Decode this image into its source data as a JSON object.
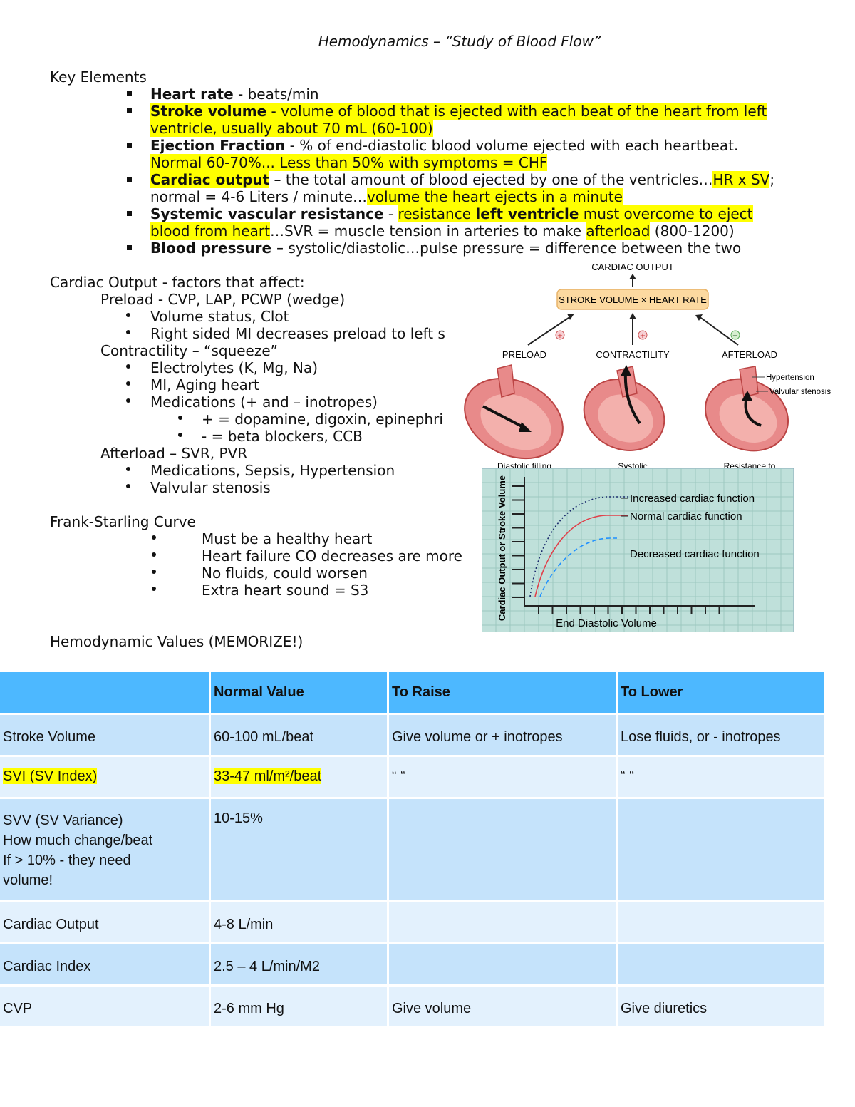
{
  "title": "Hemodynamics – “Study of Blood Flow”",
  "key_elements": {
    "heading": "Key Elements",
    "heart_rate": {
      "term": "Heart rate",
      "text": " - beats/min"
    },
    "stroke_volume": {
      "term": "Stroke volume",
      "text": " - volume of blood that is ejected with each beat of the heart from left",
      "text2": "ventricle, usually about 70 mL (60-100)"
    },
    "ejection_fraction": {
      "term": "Ejection Fraction",
      "text": " - % of end-diastolic blood volume ejected with each heartbeat.",
      "text2": "Normal 60-70%... Less than 50% with symptoms = CHF"
    },
    "cardiac_output": {
      "term": "Cardiac output",
      "text": " – the total amount of blood ejected by one of the ventricles…",
      "hl": "HR x SV",
      "tail": ";",
      "text2a": "normal = 4-6 Liters / minute…",
      "text2b": "volume the heart ejects in a minute"
    },
    "svr": {
      "term": "Systemic vascular resistance",
      "dash": " - ",
      "hl1": "resistance ",
      "bold": "left ventricle",
      "hl2": " must overcome to eject",
      "text2a": "blood from heart",
      "text2b": "…SVR = muscle tension in arteries to make ",
      "text2c": "afterload",
      "text2d": " (800-1200)"
    },
    "bp": {
      "term": "Blood pressure –",
      "text": " systolic/diastolic…pulse pressure = difference between the two"
    }
  },
  "co_factors": {
    "heading": "Cardiac Output - factors that affect:",
    "preload": "Preload - CVP, LAP, PCWP (wedge)",
    "preload_items": [
      "Volume status, Clot",
      "Right sided MI decreases preload to left s"
    ],
    "contractility": "Contractility – “squeeze”",
    "contractility_items": [
      "Electrolytes (K, Mg, Na)",
      "MI, Aging heart",
      "Medications (+ and – inotropes)"
    ],
    "med_items": [
      "+ = dopamine, digoxin, epinephri",
      "- = beta blockers, CCB"
    ],
    "afterload": "Afterload – SVR, PVR",
    "afterload_items": [
      "Medications, Sepsis, Hypertension",
      "Valvular stenosis"
    ]
  },
  "frank_starling": {
    "heading": "Frank-Starling Curve",
    "items": [
      "Must be a healthy heart",
      "Heart failure CO decreases are more",
      "No fluids, could worsen",
      "Extra heart sound = S3"
    ]
  },
  "figure1": {
    "top": "CARDIAC OUTPUT",
    "box": "STROKE VOLUME × HEART RATE",
    "preload": "PRELOAD",
    "contractility": "CONTRACTILITY",
    "afterload": "AFTERLOAD",
    "hypertension": "Hypertension",
    "valvular": "Valvular stenosis",
    "diastolic": "Diastolic filling",
    "systolic": "Systolic",
    "resistance": "Resistance to",
    "plus": "+",
    "minus": "−"
  },
  "chart_data": {
    "type": "line",
    "title": "",
    "xlabel": "End Diastolic Volume",
    "ylabel": "Cardiac Output or Stroke Volume",
    "series": [
      {
        "name": "Increased cardiac function",
        "style": "dotted",
        "color": "#1a2a6c"
      },
      {
        "name": "Normal cardiac function",
        "style": "solid",
        "color": "#e0404a"
      },
      {
        "name": "Decreased cardiac function",
        "style": "dashed",
        "color": "#1e90ff"
      }
    ],
    "grid": true
  },
  "values_heading": "Hemodynamic Values (MEMORIZE!)",
  "table": {
    "headers": [
      "",
      "Normal Value",
      "To Raise",
      "To Lower"
    ],
    "rows": [
      [
        "Stroke Volume",
        "60-100 mL/beat",
        "Give volume or + inotropes",
        "Lose fluids, or - inotropes"
      ],
      [
        "SVI (SV Index)",
        "33-47 ml/m²/beat",
        "“ “",
        "“ “"
      ],
      [
        "SVV (SV Variance)",
        "10-15%",
        "",
        ""
      ],
      [
        "Cardiac Output",
        "4-8 L/min",
        "",
        ""
      ],
      [
        "Cardiac Index",
        "2.5 – 4 L/min/M2",
        "",
        ""
      ],
      [
        "CVP",
        "2-6 mm Hg",
        "Give volume",
        "Give diuretics"
      ]
    ],
    "svv_lines": [
      "How much change/beat",
      "If > 10% - they need",
      "volume!"
    ]
  }
}
